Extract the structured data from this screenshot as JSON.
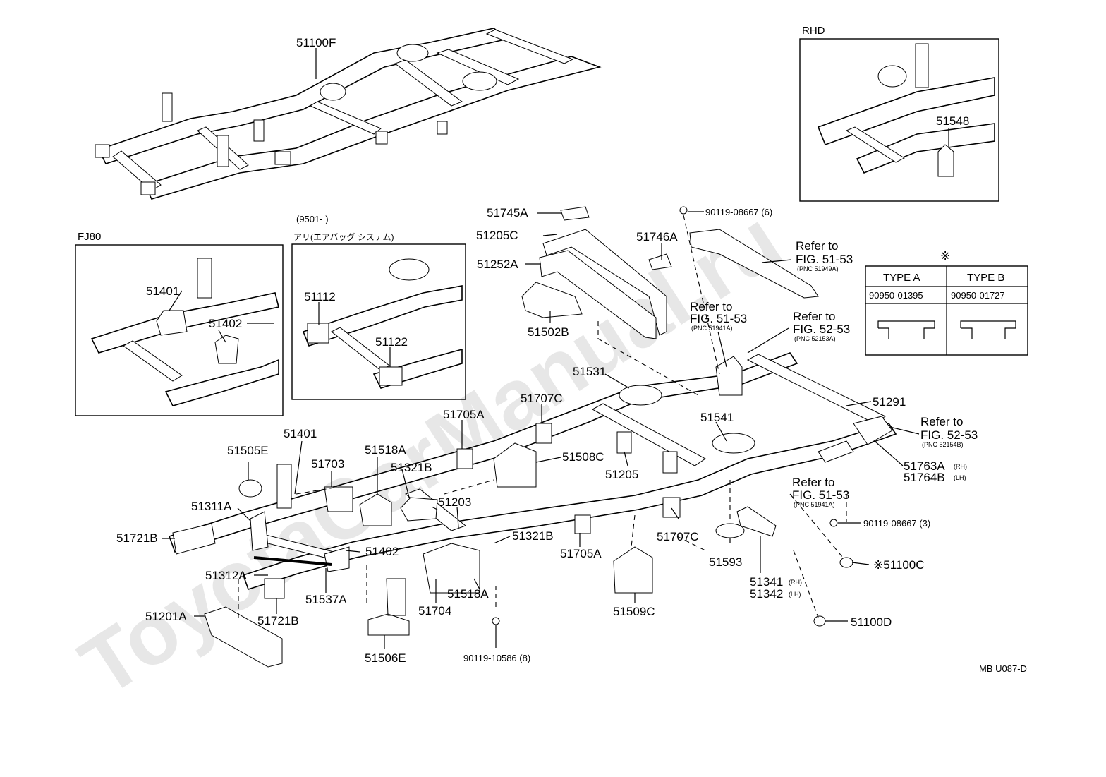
{
  "watermark": "ToyotaCarManual.ru",
  "diagram_code": "MB U087-D",
  "main_frame_label": "51100F",
  "insets": {
    "rhd": {
      "title": "RHD",
      "part": "51548"
    },
    "fj80": {
      "title": "FJ80",
      "parts": [
        "51401",
        "51402"
      ]
    },
    "airbag": {
      "title_line1": "(9501-         )",
      "title_line2": "アリ(エアバッグ システム)",
      "parts": [
        "51112",
        "51122"
      ]
    }
  },
  "type_table": {
    "symbol": "※",
    "type_a": "TYPE A",
    "type_b": "TYPE B",
    "code_a": "90950-01395",
    "code_b": "90950-01727"
  },
  "refs": [
    {
      "line1": "Refer  to",
      "line2": "FIG. 51-53",
      "pnc": "(PNC 51949A)"
    },
    {
      "line1": "Refer  to",
      "line2": "FIG. 51-53",
      "pnc": "(PNC 51941A)"
    },
    {
      "line1": "Refer  to",
      "line2": "FIG. 52-53",
      "pnc": "(PNC 52153A)"
    },
    {
      "line1": "Refer  to",
      "line2": "FIG. 52-53",
      "pnc": "(PNC 52154B)"
    },
    {
      "line1": "Refer  to",
      "line2": "FIG. 51-53",
      "pnc": "(PNC 51941A)"
    }
  ],
  "labels": {
    "p51745A": "51745A",
    "p51205C": "51205C",
    "p51252A": "51252A",
    "p51502B": "51502B",
    "p51746A": "51746A",
    "p90119_08667_6": "90119-08667 (6)",
    "p51531": "51531",
    "p51707C_top": "51707C",
    "p51705A_top": "51705A",
    "p51518A_top": "51518A",
    "p51321B_top": "51321B",
    "p51508C": "51508C",
    "p51205": "51205",
    "p51541": "51541",
    "p51291": "51291",
    "p51763A": "51763A",
    "rh1": "(RH)",
    "p51764B": "51764B",
    "lh1": "(LH)",
    "p51505E": "51505E",
    "p51401": "51401",
    "p51703": "51703",
    "p51311A": "51311A",
    "p51203": "51203",
    "p51721B_left": "51721B",
    "p51402": "51402",
    "p51321B_bot": "51321B",
    "p51705A_bot": "51705A",
    "p51707C_bot": "51707C",
    "p51593": "51593",
    "p51312A": "51312A",
    "p51537A": "51537A",
    "p51721B_bot": "51721B",
    "p51518A_bot": "51518A",
    "p51704": "51704",
    "p51201A": "51201A",
    "p51506E": "51506E",
    "p51509C": "51509C",
    "p51341": "51341",
    "rh2": "(RH)",
    "p51342": "51342",
    "lh2": "(LH)",
    "p90119_08667_3": "90119-08667 (3)",
    "p51100C": "※51100C",
    "p51100D": "51100D",
    "p90119_10586_8": "90119-10586 (8)"
  }
}
